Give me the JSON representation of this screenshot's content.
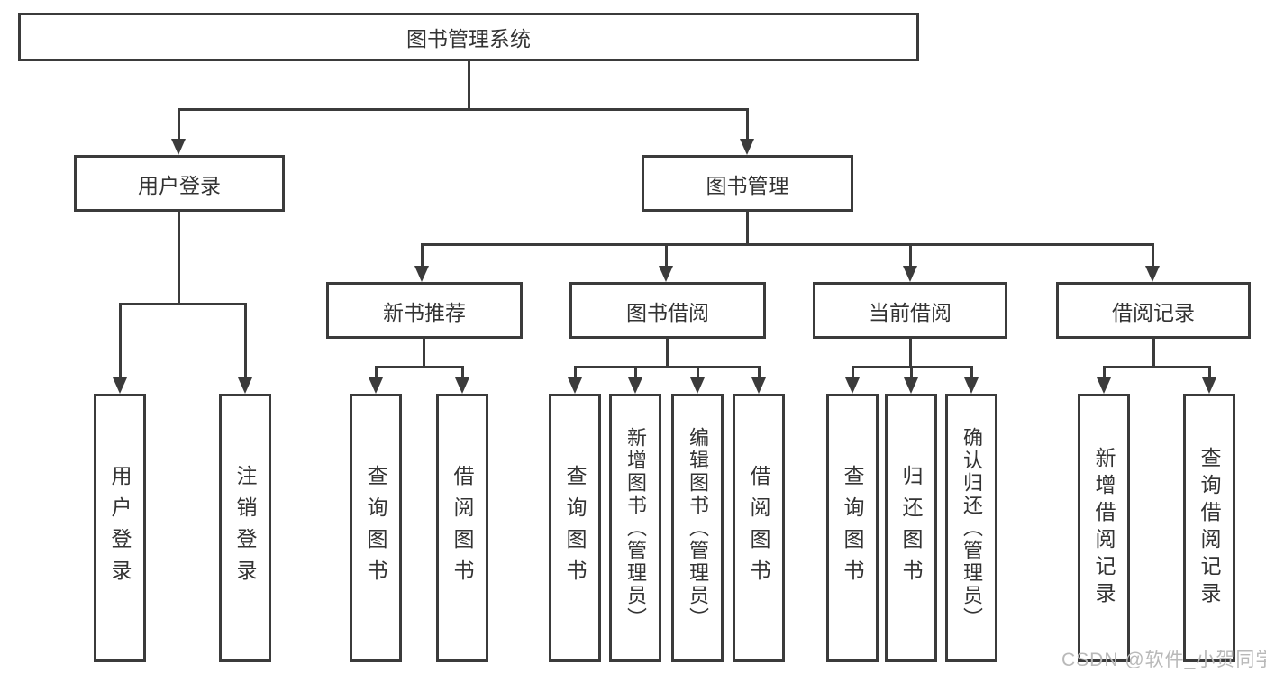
{
  "diagram": {
    "root": "图书管理系统",
    "level2": {
      "user_login": "用户登录",
      "book_mgmt": "图书管理"
    },
    "level3": {
      "new_book": "新书推荐",
      "book_borrow": "图书借阅",
      "current_borrow": "当前借阅",
      "borrow_record": "借阅记录"
    },
    "leaves": {
      "user_login_login": "用户登录",
      "user_login_logout": "注销登录",
      "newbook_query": "查询图书",
      "newbook_borrow": "借阅图书",
      "borrow_query": "查询图书",
      "borrow_add": "新增图书（管理员）",
      "borrow_edit": "编辑图书（管理员）",
      "borrow_borrow": "借阅图书",
      "current_query": "查询图书",
      "current_return": "归还图书",
      "current_confirm": "确认归还（管理员）",
      "record_add": "新增借阅记录",
      "record_query": "查询借阅记录"
    }
  },
  "watermark": "CSDN @软件_小贺同学",
  "colors": {
    "line": "#3b3b3b",
    "text": "#333333",
    "watermark": "#b9b9b9",
    "background": "#ffffff"
  }
}
